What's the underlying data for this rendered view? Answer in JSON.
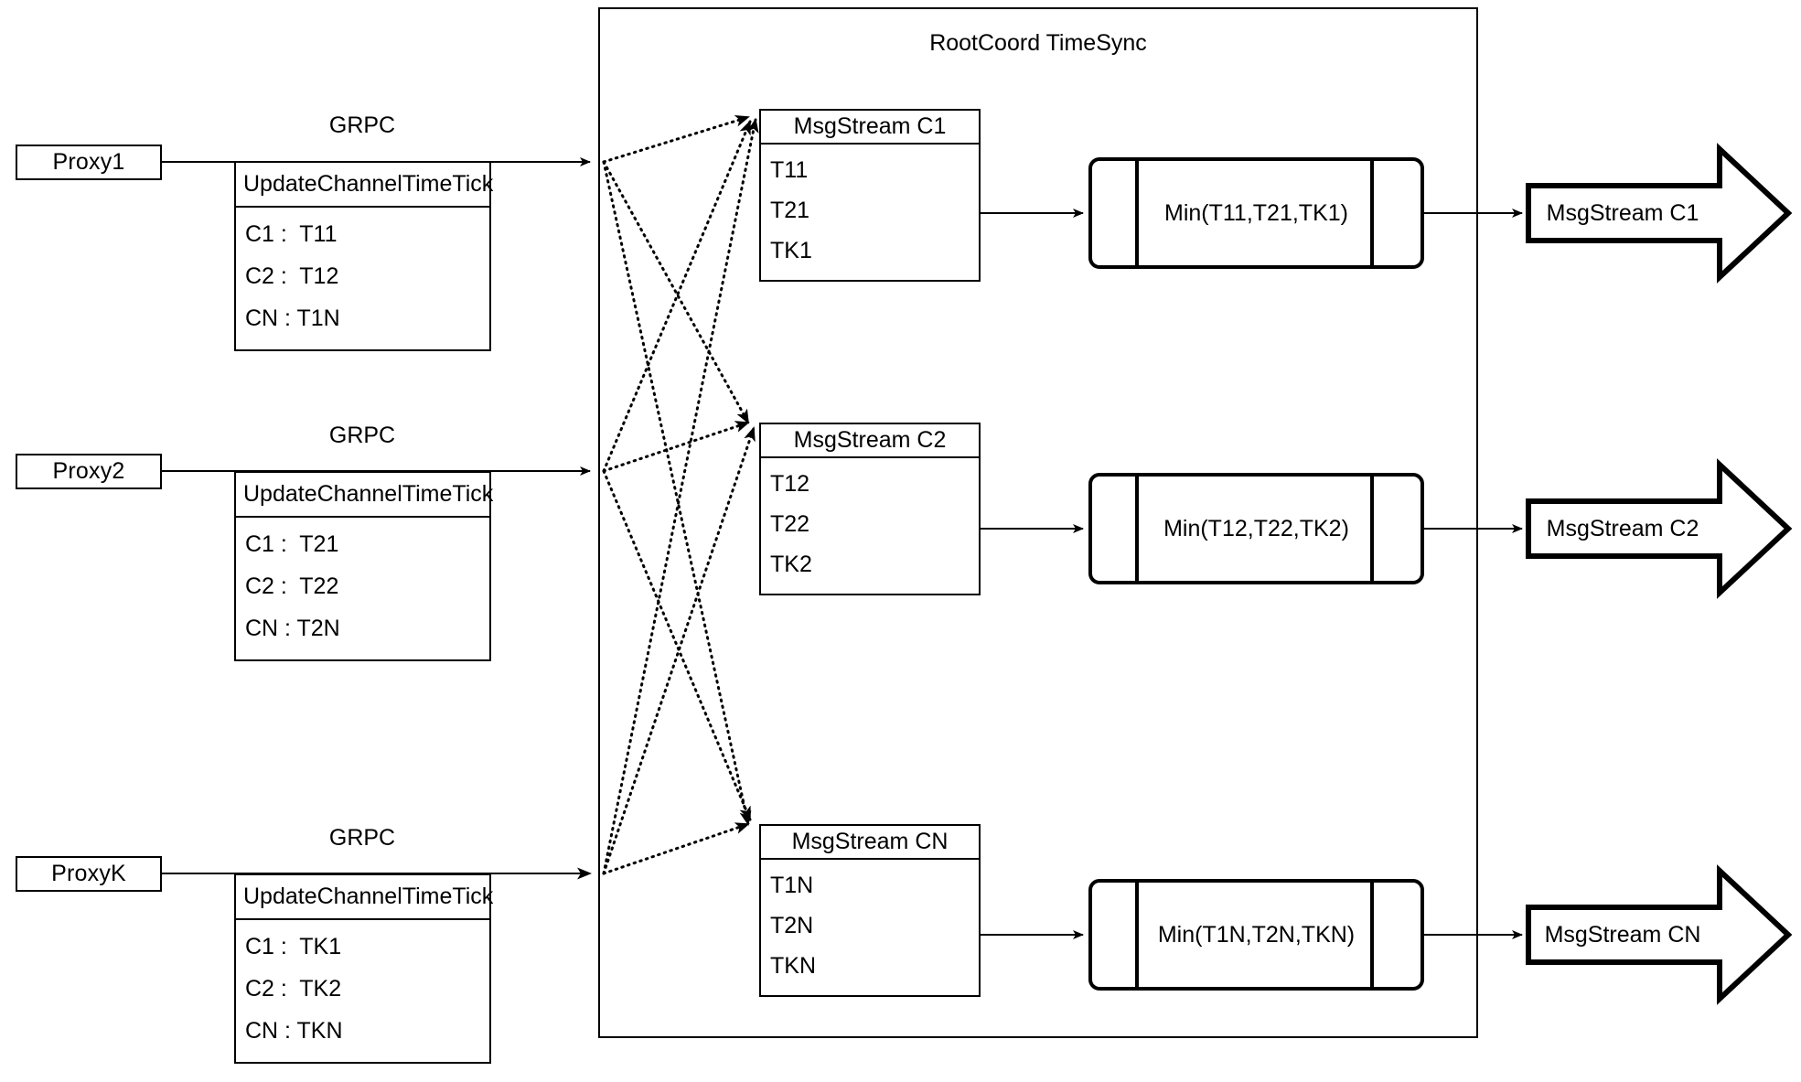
{
  "diagram": {
    "title": "RootCoord TimeSync",
    "protocol_label": "GRPC",
    "rpc_name": "UpdateChannelTimeTick"
  },
  "proxies": [
    {
      "name": "Proxy1",
      "protocol": "GRPC",
      "rpc": "UpdateChannelTimeTick",
      "entries": [
        "C1 :  T11",
        "C2 :  T12",
        "CN : T1N"
      ]
    },
    {
      "name": "Proxy2",
      "protocol": "GRPC",
      "rpc": "UpdateChannelTimeTick",
      "entries": [
        "C1 :  T21",
        "C2 :  T22",
        "CN : T2N"
      ]
    },
    {
      "name": "ProxyK",
      "protocol": "GRPC",
      "rpc": "UpdateChannelTimeTick",
      "entries": [
        "C1 :  TK1",
        "C2 :  TK2",
        "CN : TKN"
      ]
    }
  ],
  "channels": [
    {
      "stream_title": "MsgStream C1",
      "ticks": [
        "T11",
        "T21",
        "TK1"
      ],
      "min_expr": "Min(T11,T21,TK1)",
      "output_label": "MsgStream C1"
    },
    {
      "stream_title": "MsgStream C2",
      "ticks": [
        "T12",
        "T22",
        "TK2"
      ],
      "min_expr": "Min(T12,T22,TK2)",
      "output_label": "MsgStream C2"
    },
    {
      "stream_title": "MsgStream CN",
      "ticks": [
        "T1N",
        "T2N",
        "TKN"
      ],
      "min_expr": "Min(T1N,T2N,TKN)",
      "output_label": "MsgStream CN"
    }
  ],
  "colors": {
    "stroke": "#000000",
    "background": "#ffffff"
  }
}
